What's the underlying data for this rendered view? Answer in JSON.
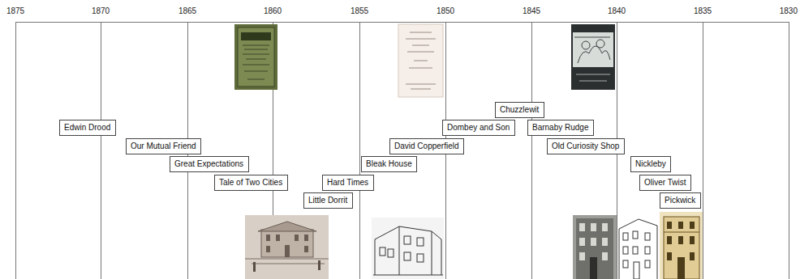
{
  "diagram": {
    "nodes": [
      {
        "text": [
          "Edwin Drood"
        ]
      },
      {
        "text": [
          "Our Mutual Friend"
        ]
      },
      {
        "text": [
          "Great Expectations"
        ]
      },
      {
        "text": [
          "Tale of Two Cities"
        ]
      },
      {
        "text": [
          "Little Dorrit"
        ]
      },
      {
        "text": [
          "Hard Times"
        ]
      },
      {
        "text": [
          "Bleak House"
        ]
      },
      {
        "text": [
          "David Copperfield"
        ]
      },
      {
        "text": [
          "Dombey and Son"
        ]
      },
      {
        "text": [
          "Chuzzlewit"
        ]
      },
      {
        "text": [
          "Barnaby Rudge"
        ]
      },
      {
        "text": [
          "Old Curiosity Shop"
        ]
      },
      {
        "text": [
          "Nickleby"
        ]
      },
      {
        "text": [
          "Oliver Twist"
        ]
      },
      {
        "text": [
          "Pickwick"
        ]
      }
    ],
    "labels": [
      "1875",
      "1870",
      "1865",
      "1860",
      "1855",
      "1850",
      "1845",
      "1840",
      "1835",
      "1830"
    ]
  }
}
